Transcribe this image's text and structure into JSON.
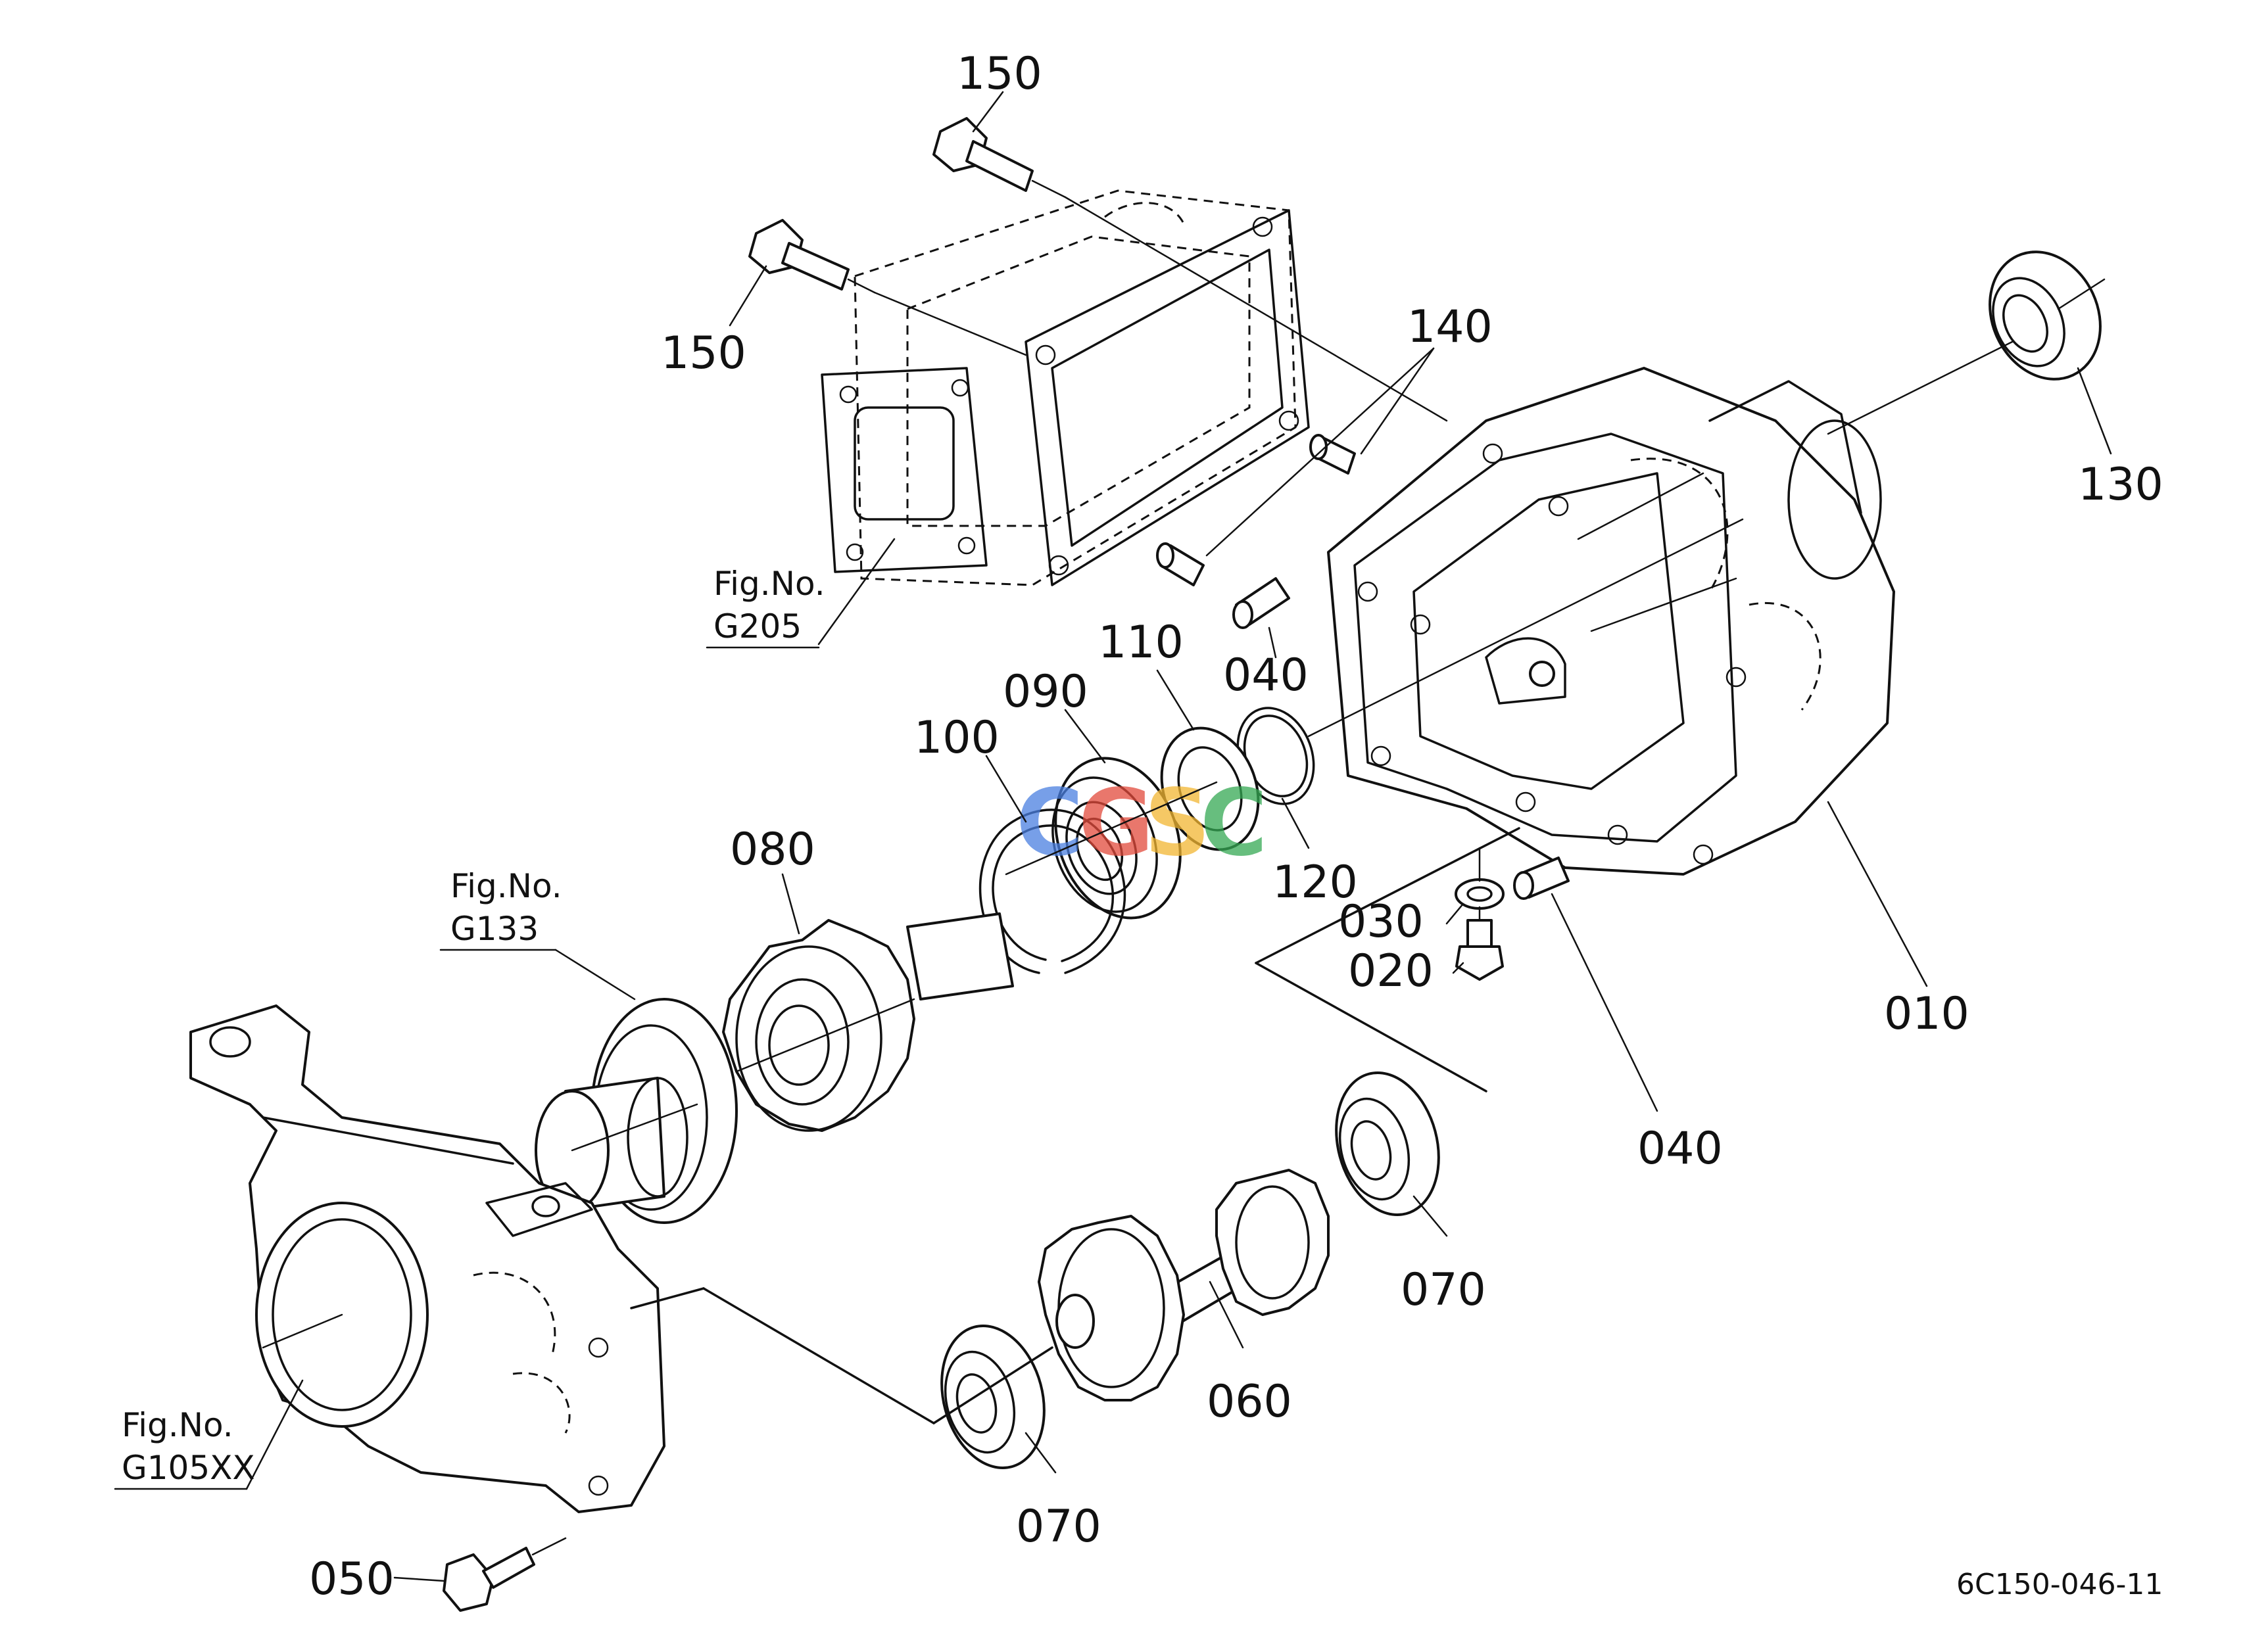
{
  "callouts": {
    "c150a": "150",
    "c150b": "150",
    "c140": "140",
    "c130": "130",
    "c040a": "040",
    "c110": "110",
    "c090": "090",
    "c100": "100",
    "c120": "120",
    "c080": "080",
    "c030": "030",
    "c020": "020",
    "c010": "010",
    "c040b": "040",
    "c070a": "070",
    "c060": "060",
    "c070b": "070",
    "c050": "050"
  },
  "figure_refs": {
    "g205": {
      "line1": "Fig.No.",
      "line2": "G205"
    },
    "g133": {
      "line1": "Fig.No.",
      "line2": "G133"
    },
    "g105xx": {
      "line1": "Fig.No.",
      "line2": "G105XX"
    }
  },
  "drawing_code": "6C150-046-11",
  "watermark": {
    "letters": [
      "C",
      "G",
      "S",
      "C"
    ],
    "colors": [
      "#4a7fe0",
      "#e24a3b",
      "#f2b632",
      "#34a853"
    ]
  }
}
